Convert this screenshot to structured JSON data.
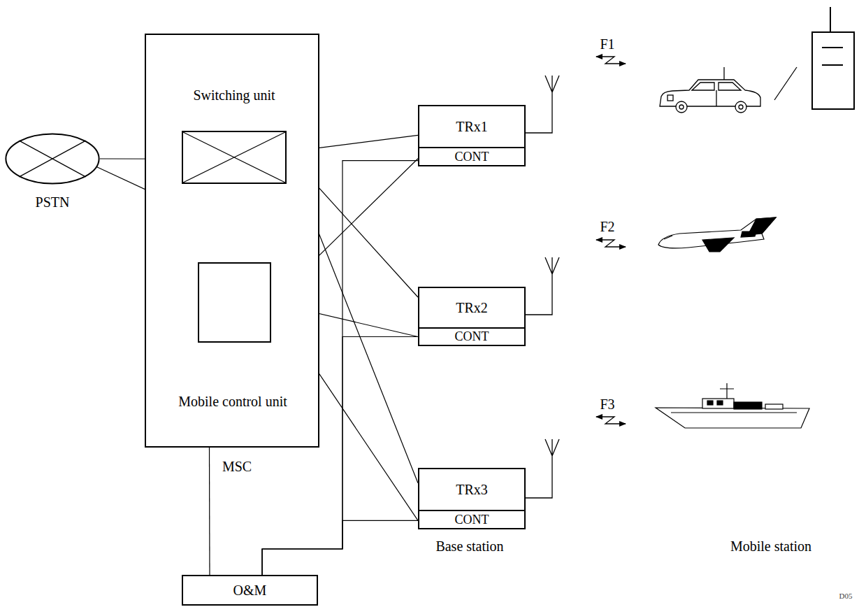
{
  "diagram": {
    "nodes": [
      {
        "text": [
          "PSTN"
        ]
      },
      {
        "text": [
          "MSC"
        ]
      },
      {
        "text": [
          "Switching unit"
        ],
        "in": 1
      },
      {
        "text": [
          "Mobile control unit"
        ],
        "in": 1
      },
      {
        "text": [
          "TRx1"
        ]
      },
      {
        "text": [
          "CONT"
        ]
      },
      {
        "text": [
          "TRx2"
        ]
      },
      {
        "text": [
          "CONT"
        ]
      },
      {
        "text": [
          "TRx3"
        ]
      },
      {
        "text": [
          "CONT"
        ]
      },
      {
        "text": [
          "O&M"
        ]
      }
    ],
    "edges": [
      {
        "from": 0,
        "to": 2,
        "arrow": "none"
      },
      {
        "from": 2,
        "to": 3,
        "arrow": "none"
      },
      {
        "from": 2,
        "to": 4,
        "arrow": "none"
      },
      {
        "from": 2,
        "to": 6,
        "arrow": "none"
      },
      {
        "from": 2,
        "to": 8,
        "arrow": "none"
      },
      {
        "from": 3,
        "to": 5,
        "arrow": "none"
      },
      {
        "from": 3,
        "to": 7,
        "arrow": "none"
      },
      {
        "from": 3,
        "to": 9,
        "arrow": "none"
      },
      {
        "from": 1,
        "to": 10,
        "arrow": "none"
      },
      {
        "from": 10,
        "to": 5,
        "arrow": "none"
      },
      {
        "from": 10,
        "to": 7,
        "arrow": "none"
      },
      {
        "from": 10,
        "to": 9,
        "arrow": "none"
      }
    ],
    "labels": [
      "F1",
      "F2",
      "F3",
      "Base station",
      "Mobile station",
      "D05"
    ]
  }
}
